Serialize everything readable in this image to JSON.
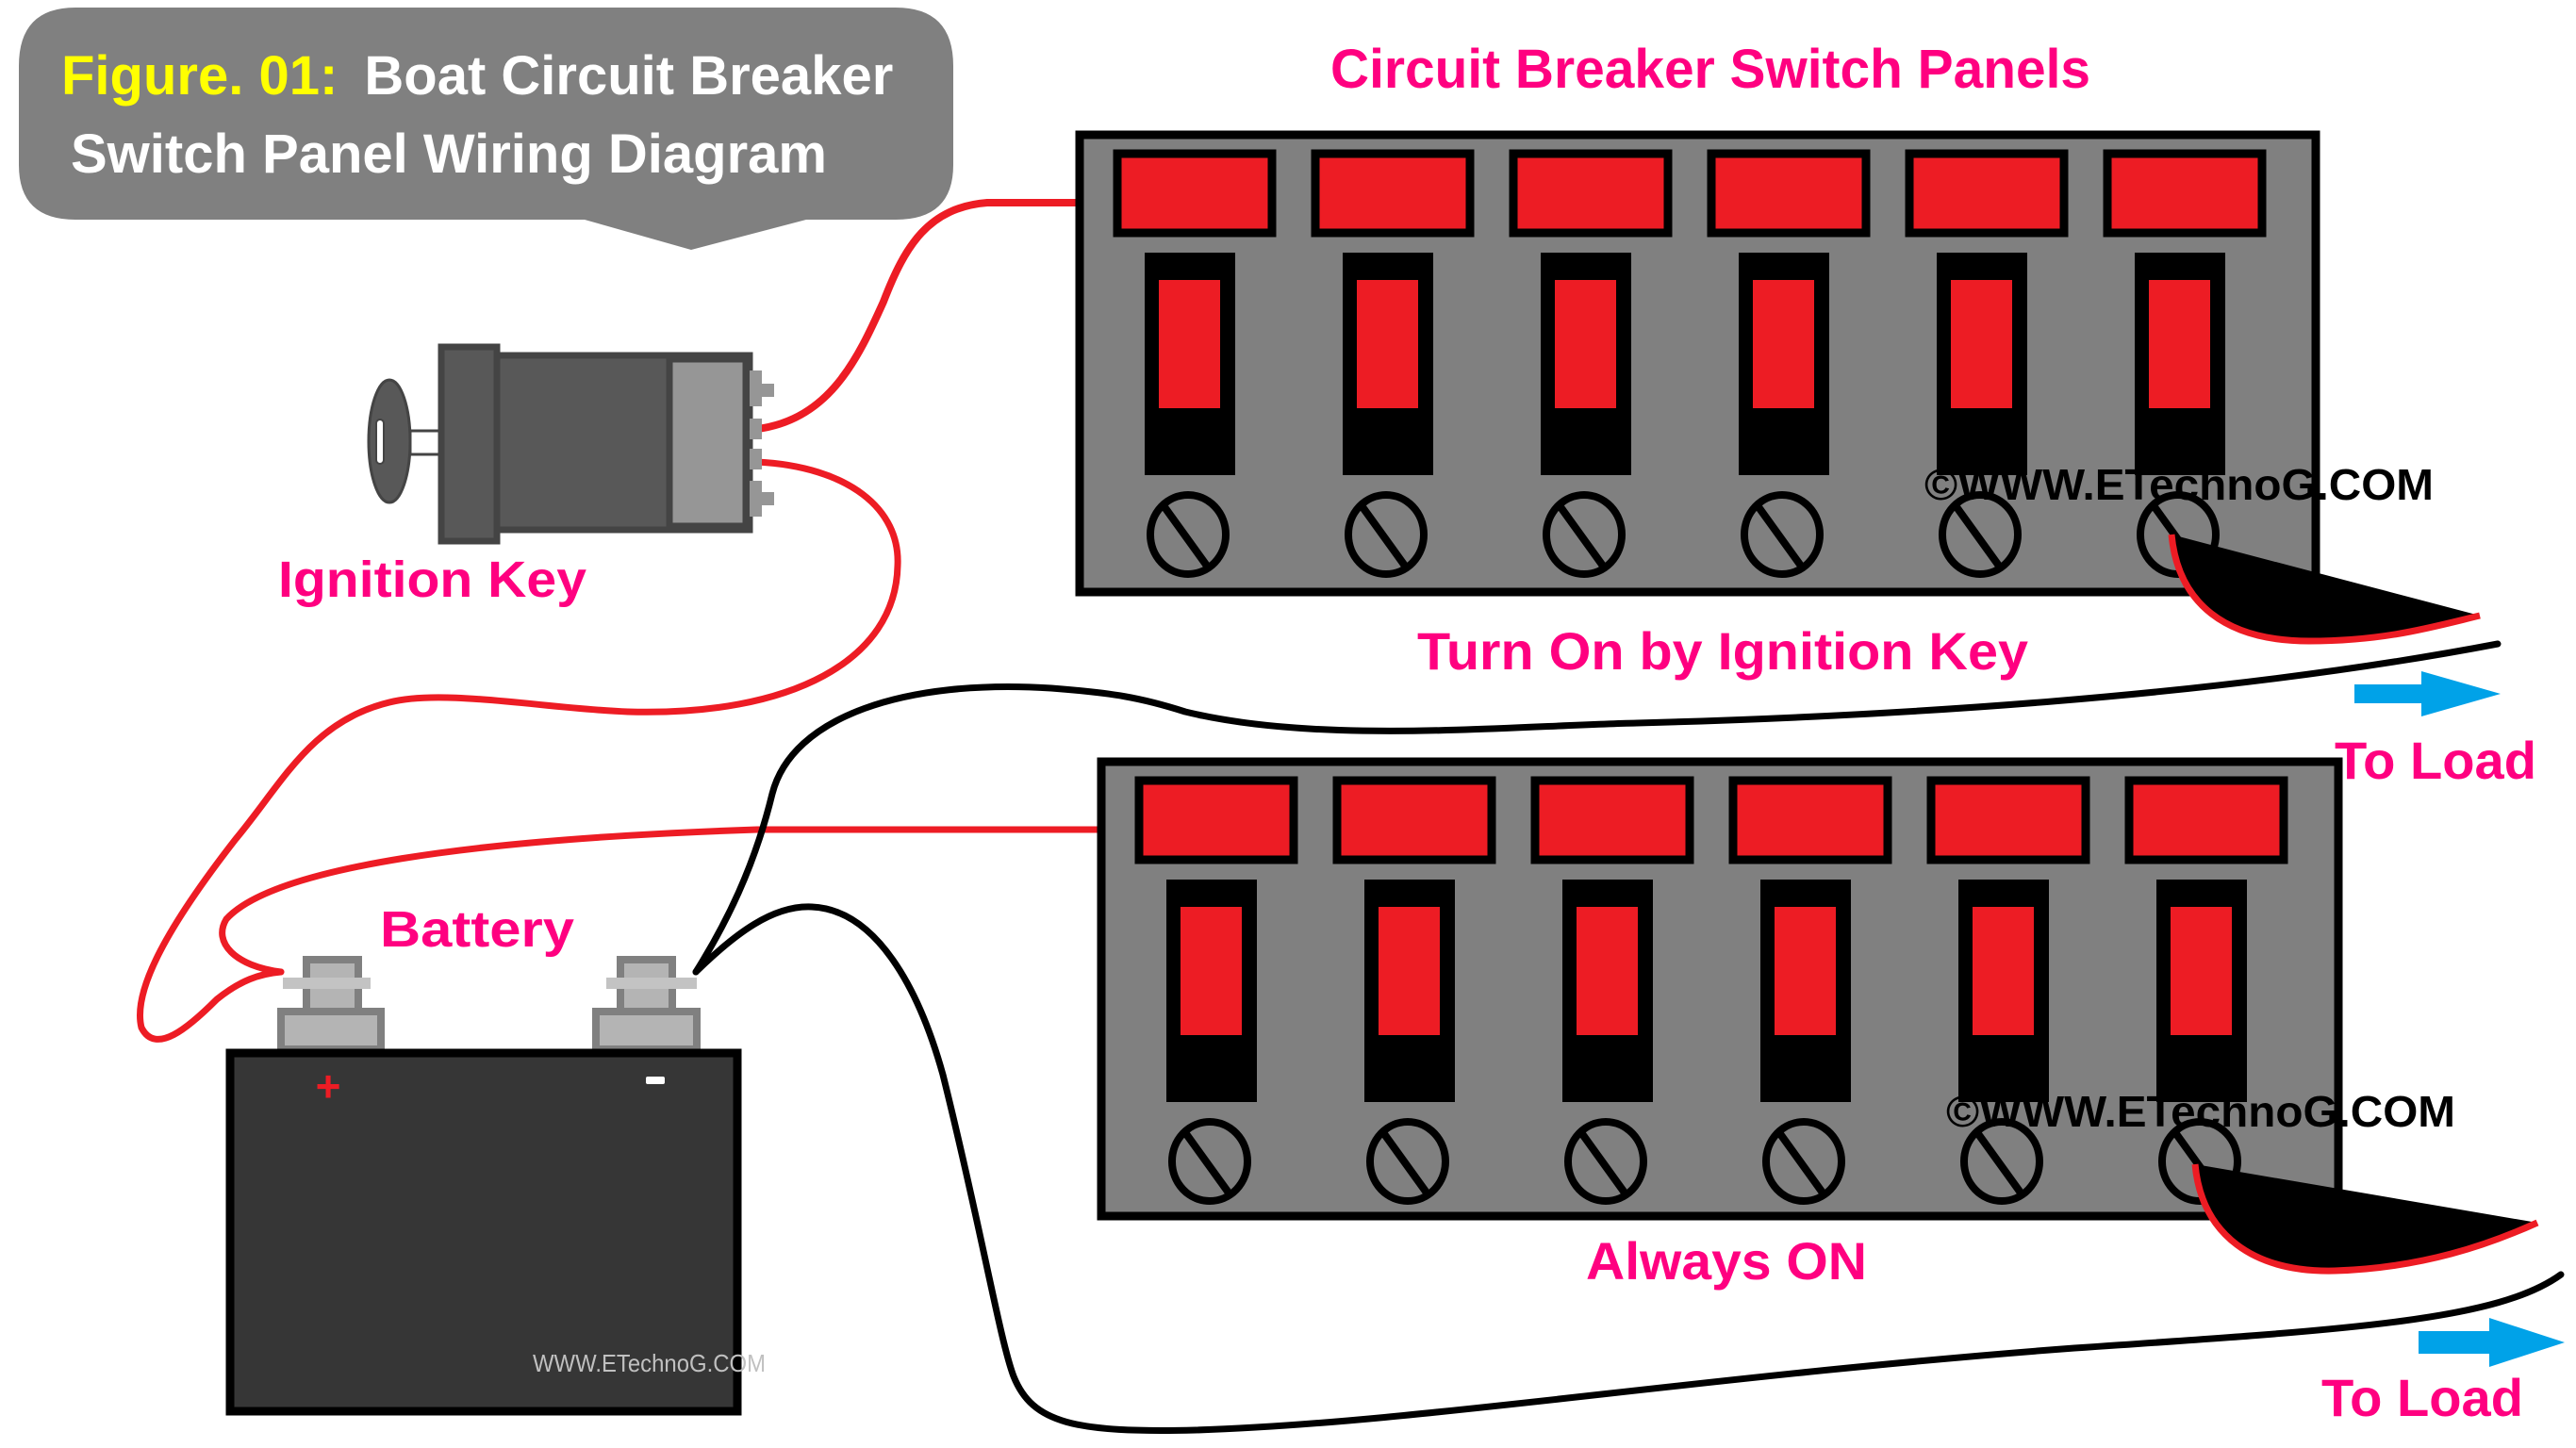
{
  "title": {
    "prefix": "Figure. 01:",
    "line1": "Boat Circuit Breaker",
    "line2": "Switch Panel Wiring Diagram",
    "prefix_color": "#FFFF00",
    "text_color": "#FFFFFF",
    "bubble_color": "#808080"
  },
  "labels": {
    "panels_heading": "Circuit Breaker Switch Panels",
    "ignition_key": "Ignition Key",
    "battery": "Battery",
    "panel_top_caption": "Turn On by Ignition Key",
    "panel_bottom_caption": "Always ON",
    "to_load_top": "To Load",
    "to_load_bottom": "To Load",
    "label_color": "#FF0080"
  },
  "battery": {
    "positive_symbol": "+",
    "negative_symbol": "-",
    "watermark": "WWW.ETechnoG.COM"
  },
  "panels": [
    {
      "id": "ignition-switched",
      "caption": "Turn On by Ignition Key",
      "watermark": "©WWW.ETechnoG.COM",
      "breaker_count": 6
    },
    {
      "id": "always-on",
      "caption": "Always ON",
      "watermark": "©WWW.ETechnoG.COM",
      "breaker_count": 6
    }
  ],
  "colors": {
    "wire_positive": "#ED1C24",
    "wire_negative": "#000000",
    "panel_fill": "#808080",
    "breaker_red": "#ED1C24",
    "arrow": "#00A2E8",
    "battery_body": "#363636",
    "ignition_body": "#585858"
  },
  "icons": {
    "arrow_top": "arrow-right-icon",
    "arrow_bottom": "arrow-right-icon"
  }
}
